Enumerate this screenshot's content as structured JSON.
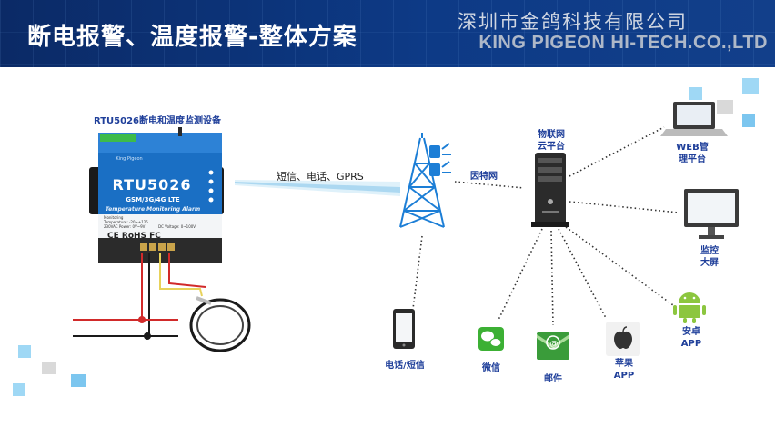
{
  "header": {
    "title": "断电报警、温度报警-整体方案",
    "company_cn": "深圳市金鸽科技有限公司",
    "company_en": "KING PIGEON HI-TECH.CO.,LTD"
  },
  "device": {
    "caption": "RTU5026断电和温度监测设备",
    "model": "RTU5026",
    "network": "GSM/3G/4G LTE",
    "subtitle": "Temperature Monitoring Alarm",
    "cert": "CE RoHS FC",
    "brand": "King Pigeon",
    "specs": [
      "Monitoring",
      "Temperature: -20~+125",
      "230VAC Power: 0V~9V",
      "DC Voltage: 0~100V"
    ]
  },
  "links": {
    "wireless": "短信、电话、GPRS",
    "internet": "因特网"
  },
  "server": {
    "label_line1": "物联网",
    "label_line2": "云平台"
  },
  "clients": {
    "web": {
      "line1": "WEB管",
      "line2": "理平台"
    },
    "screen": {
      "line1": "监控",
      "line2": "大屏"
    },
    "android": {
      "line1": "安卓",
      "line2": "APP"
    },
    "apple": {
      "line1": "苹果",
      "line2": "APP"
    },
    "mail": {
      "label": "邮件"
    },
    "wechat": {
      "label": "微信"
    },
    "phone": {
      "label": "电话/短信"
    }
  },
  "colors": {
    "banner": "#0d3a86",
    "device_blue": "#1a6fc4",
    "label_blue": "#1f3f9a",
    "accent_light": "#7cc6ef",
    "android": "#8cc63f",
    "wechat": "#3cb034",
    "mail": "#3a9c3a"
  },
  "icons": [
    "tower-icon",
    "server-icon",
    "laptop-icon",
    "monitor-icon",
    "android-icon",
    "apple-icon",
    "mail-icon",
    "wechat-icon",
    "mobile-phone-icon",
    "temperature-probe-icon"
  ]
}
